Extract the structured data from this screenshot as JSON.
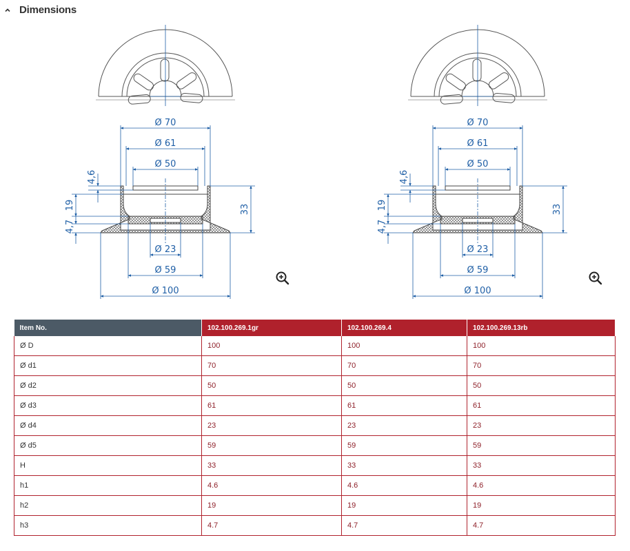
{
  "section": {
    "title": "Dimensions",
    "icon": "chevron-up-icon"
  },
  "drawings": [
    {
      "labels": {
        "d_outer": "Ø 70",
        "d_mid": "Ø 61",
        "d_inner": "Ø 50",
        "h1": "4,6",
        "h2": "19",
        "h3": "4,7",
        "H": "33",
        "d4": "Ø 23",
        "d5": "Ø 59",
        "D": "Ø 100"
      },
      "zoom_icon": "zoom-in-icon"
    },
    {
      "labels": {
        "d_outer": "Ø 70",
        "d_mid": "Ø 61",
        "d_inner": "Ø 50",
        "h1": "4,6",
        "h2": "19",
        "h3": "4,7",
        "H": "33",
        "d4": "Ø 23",
        "d5": "Ø 59",
        "D": "Ø 100"
      },
      "zoom_icon": "zoom-in-icon"
    }
  ],
  "colors": {
    "dimension_line": "#1f5fa6",
    "header_dark": "#4c5a66",
    "header_red": "#b0212c",
    "value_text": "#8e2029"
  },
  "table": {
    "headers": [
      "Item No.",
      "102.100.269.1gr",
      "102.100.269.4",
      "102.100.269.13rb"
    ],
    "rows": [
      {
        "label": "Ø D",
        "values": [
          "100",
          "100",
          "100"
        ]
      },
      {
        "label": "Ø d1",
        "values": [
          "70",
          "70",
          "70"
        ]
      },
      {
        "label": "Ø d2",
        "values": [
          "50",
          "50",
          "50"
        ]
      },
      {
        "label": "Ø d3",
        "values": [
          "61",
          "61",
          "61"
        ]
      },
      {
        "label": "Ø d4",
        "values": [
          "23",
          "23",
          "23"
        ]
      },
      {
        "label": "Ø d5",
        "values": [
          "59",
          "59",
          "59"
        ]
      },
      {
        "label": "H",
        "values": [
          "33",
          "33",
          "33"
        ]
      },
      {
        "label": "h1",
        "values": [
          "4.6",
          "4.6",
          "4.6"
        ]
      },
      {
        "label": "h2",
        "values": [
          "19",
          "19",
          "19"
        ]
      },
      {
        "label": "h3",
        "values": [
          "4.7",
          "4.7",
          "4.7"
        ]
      }
    ]
  }
}
